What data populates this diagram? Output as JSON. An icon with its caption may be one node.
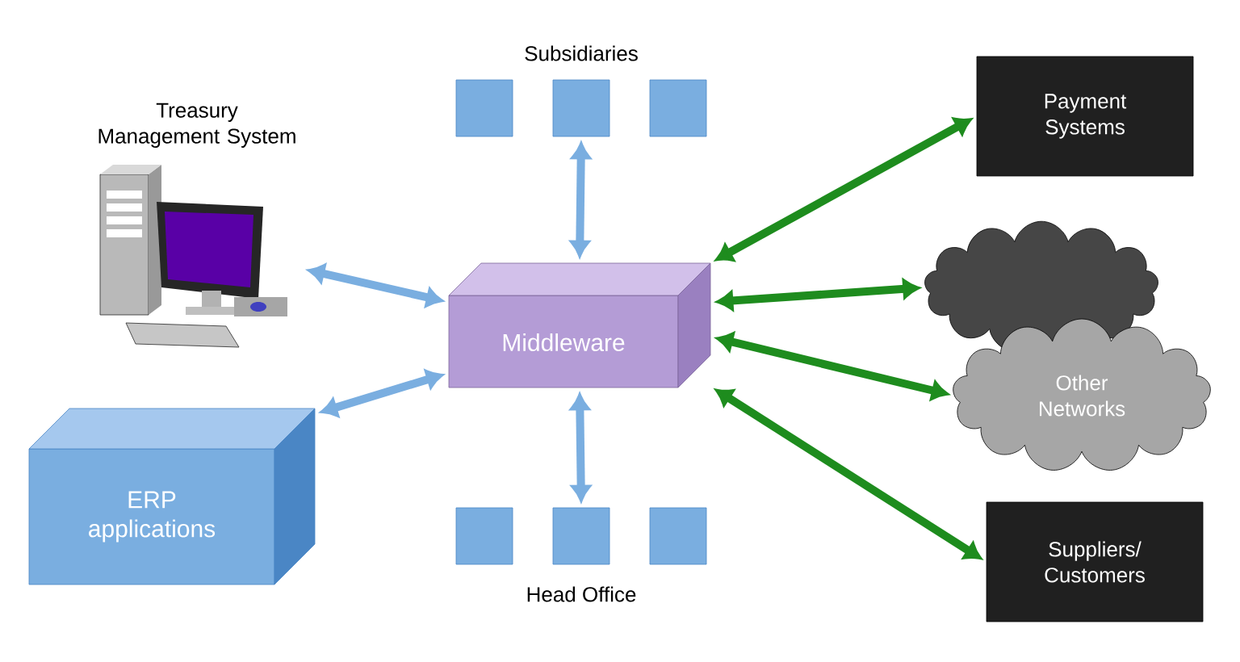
{
  "diagram": {
    "nodes": [
      {
        "text": [
          "Middleware"
        ]
      },
      {
        "text": [
          "Treasury Management System"
        ]
      },
      {
        "text": [
          "ERP applications"
        ]
      },
      {
        "text": [],
        "shape": "box"
      },
      {
        "text": [],
        "shape": "box"
      },
      {
        "text": [],
        "shape": "box"
      },
      {
        "text": [],
        "shape": "box"
      },
      {
        "text": [],
        "shape": "box"
      },
      {
        "text": [],
        "shape": "box"
      },
      {
        "text": [
          "Payment Systems"
        ]
      },
      {
        "text": [],
        "shape": "cloud"
      },
      {
        "text": [
          "Other Networks"
        ]
      },
      {
        "text": [
          "Suppliers/ Customers"
        ]
      }
    ],
    "edges": [
      {
        "from": 0,
        "to": 1,
        "arrow": "both",
        "color": "#7aaee0"
      },
      {
        "from": 0,
        "to": 2,
        "arrow": "both",
        "color": "#7aaee0"
      },
      {
        "from": 0,
        "to": 4,
        "arrow": "both",
        "color": "#7aaee0"
      },
      {
        "from": 0,
        "to": 7,
        "arrow": "both",
        "color": "#7aaee0"
      },
      {
        "from": 0,
        "to": 9,
        "arrow": "both",
        "color": "#1e8c1e"
      },
      {
        "from": 0,
        "to": 10,
        "arrow": "both",
        "color": "#1e8c1e"
      },
      {
        "from": 0,
        "to": 11,
        "arrow": "both",
        "color": "#1e8c1e"
      },
      {
        "from": 0,
        "to": 12,
        "arrow": "both",
        "color": "#1e8c1e"
      }
    ],
    "labels": [
      "Subsidiaries",
      "Head Office"
    ]
  }
}
